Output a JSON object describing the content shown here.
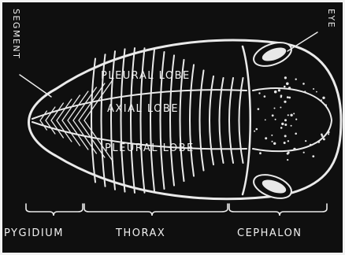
{
  "labels": {
    "segment": "SEGMENT",
    "eye": "EYE",
    "pleural_lobe_top": "PLEURAL LOBE",
    "axial_lobe": "AXIAL LOBE",
    "pleural_lobe_bottom": "PLEURAL LOBE",
    "pygidium": "PYGIDIUM",
    "thorax": "THORAX",
    "cephalon": "CEPHALON"
  }
}
